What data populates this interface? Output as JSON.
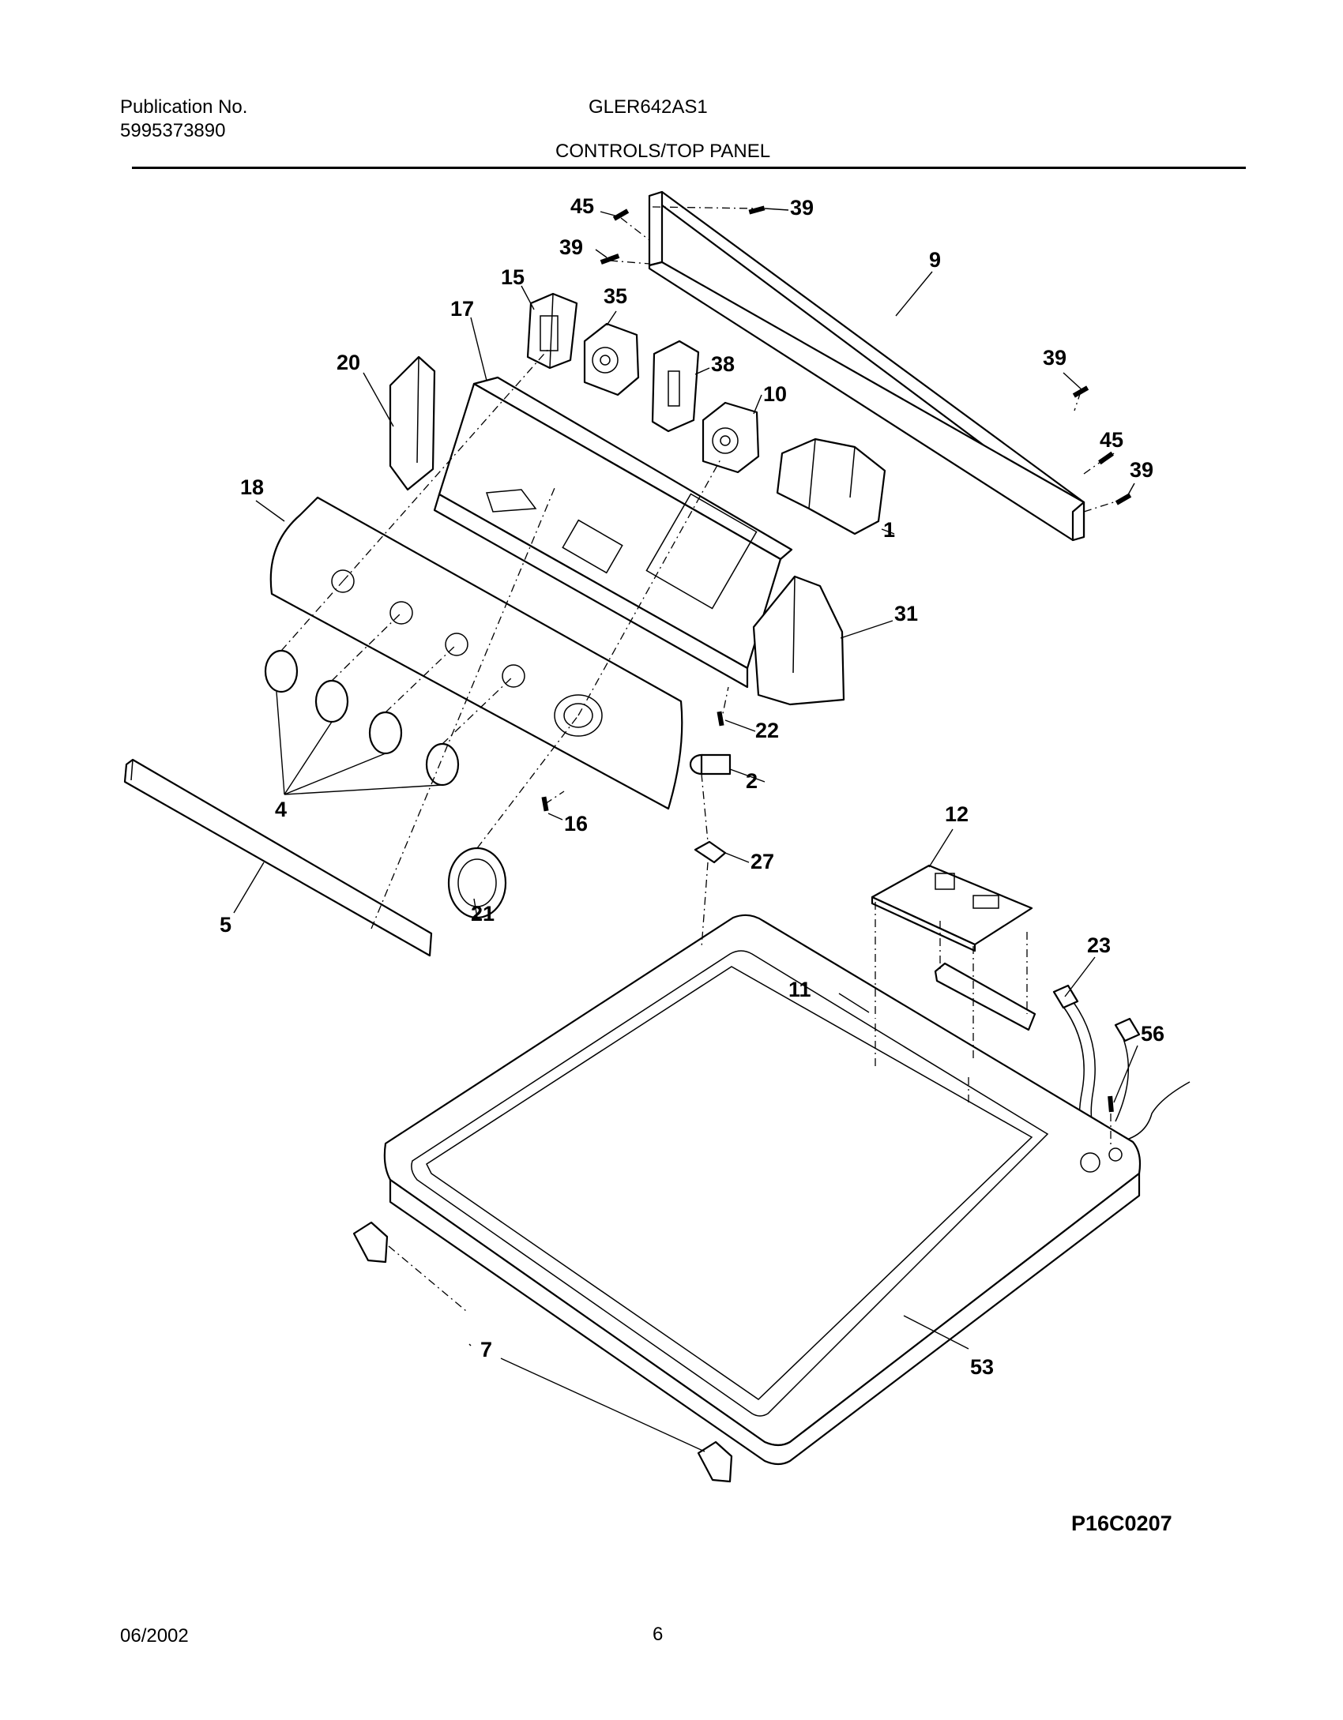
{
  "header": {
    "publication_label": "Publication No.",
    "publication_number": "5995373890",
    "model": "GLER642AS1",
    "section_title": "CONTROLS/TOP PANEL"
  },
  "callouts": [
    "45",
    "39",
    "39",
    "9",
    "15",
    "35",
    "17",
    "38",
    "20",
    "10",
    "39",
    "45",
    "39",
    "1",
    "18",
    "31",
    "22",
    "2",
    "4",
    "16",
    "27",
    "12",
    "5",
    "21",
    "23",
    "11",
    "56",
    "7",
    "53"
  ],
  "diagram_code": "P16C0207",
  "footer": {
    "date": "06/2002",
    "page_number": "6"
  }
}
